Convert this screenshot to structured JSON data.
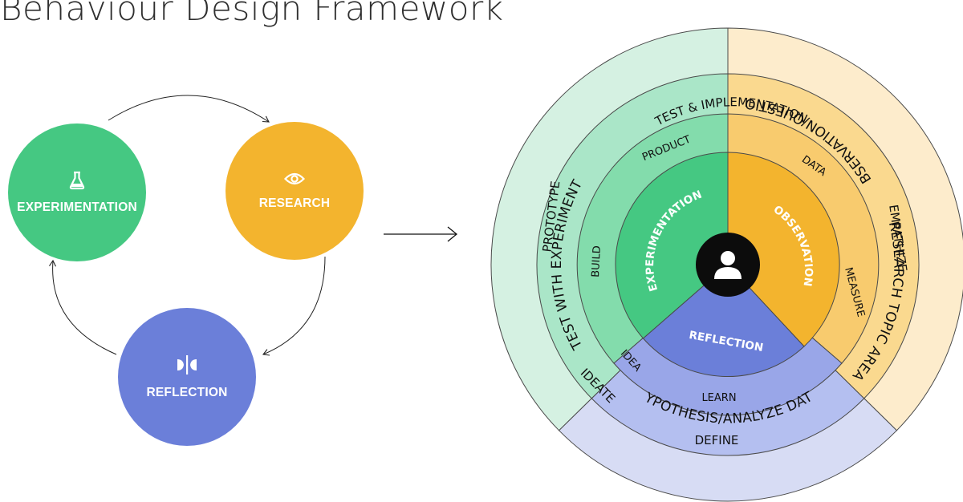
{
  "page": {
    "title": "Behaviour Design Framework"
  },
  "cycle": {
    "nodes": [
      {
        "id": "experimentation",
        "label": "EXPERIMENTATION",
        "color": "#45c882",
        "icon": "flask-icon"
      },
      {
        "id": "research",
        "label": "RESEARCH",
        "color": "#f3b42e",
        "icon": "eye-icon"
      },
      {
        "id": "reflection",
        "label": "REFLECTION",
        "color": "#6b7fd9",
        "icon": "mirror-icon"
      }
    ]
  },
  "wheel": {
    "center_icon": "person-icon",
    "core": {
      "experimentation": "EXPERIMENTATION",
      "observation": "OBSERVATION",
      "reflection": "REFLECTION"
    },
    "ring2": {
      "product": "PRODUCT",
      "build": "BUILD",
      "data": "DATA",
      "measure": "MEASURE",
      "idea": "IDEA",
      "learn": "LEARN"
    },
    "ring3": {
      "test_implementation": "TEST & IMPLEMENTATION",
      "prototype": "PROTOTYPE",
      "empathize": "EMPATHIZE",
      "ideate": "IDEATE",
      "define": "DEFINE"
    },
    "ring4": {
      "test_with_experiment": "TEST WITH EXPERIMENT",
      "observation_question": "OBSERVATION/QUESTION",
      "research_topic_area": "RESEARCH TOPIC AREA",
      "hypothesis": "HYPOTHESIS/ANALYZE DATA"
    },
    "colors": {
      "green": [
        "#d5f1e2",
        "#aae6c8",
        "#83dcac",
        "#45c882"
      ],
      "orange": [
        "#fdeccc",
        "#fad98f",
        "#f8cb6e",
        "#f3b42e"
      ],
      "blue": [
        "#d7dcf4",
        "#b4bff0",
        "#99a6e8",
        "#6b7fd9"
      ]
    }
  }
}
